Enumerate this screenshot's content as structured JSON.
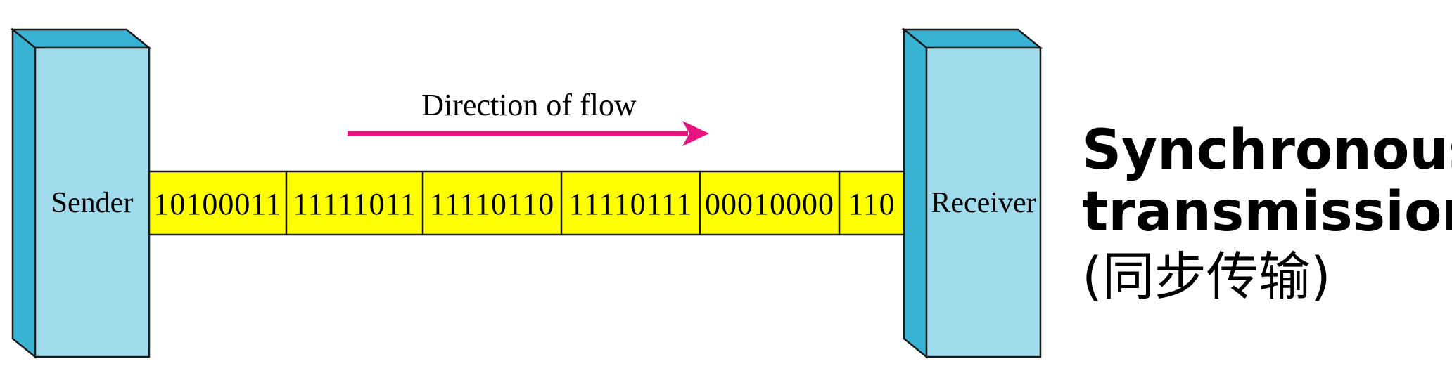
{
  "sender": {
    "label": "Sender"
  },
  "receiver": {
    "label": "Receiver"
  },
  "flow": {
    "label": "Direction of flow"
  },
  "bit_groups": [
    "10100011",
    "11111011",
    "11110110",
    "11110111",
    "00010000",
    "110"
  ],
  "caption": {
    "line1": "Synchronous",
    "line2": "transmission",
    "line3": "(同步传输)"
  },
  "colors": {
    "box_front": "#9fdbeb",
    "box_side": "#38b3d3",
    "stream": "#ffff00",
    "arrow": "#e8147f",
    "outline": "#1a1a1a"
  }
}
